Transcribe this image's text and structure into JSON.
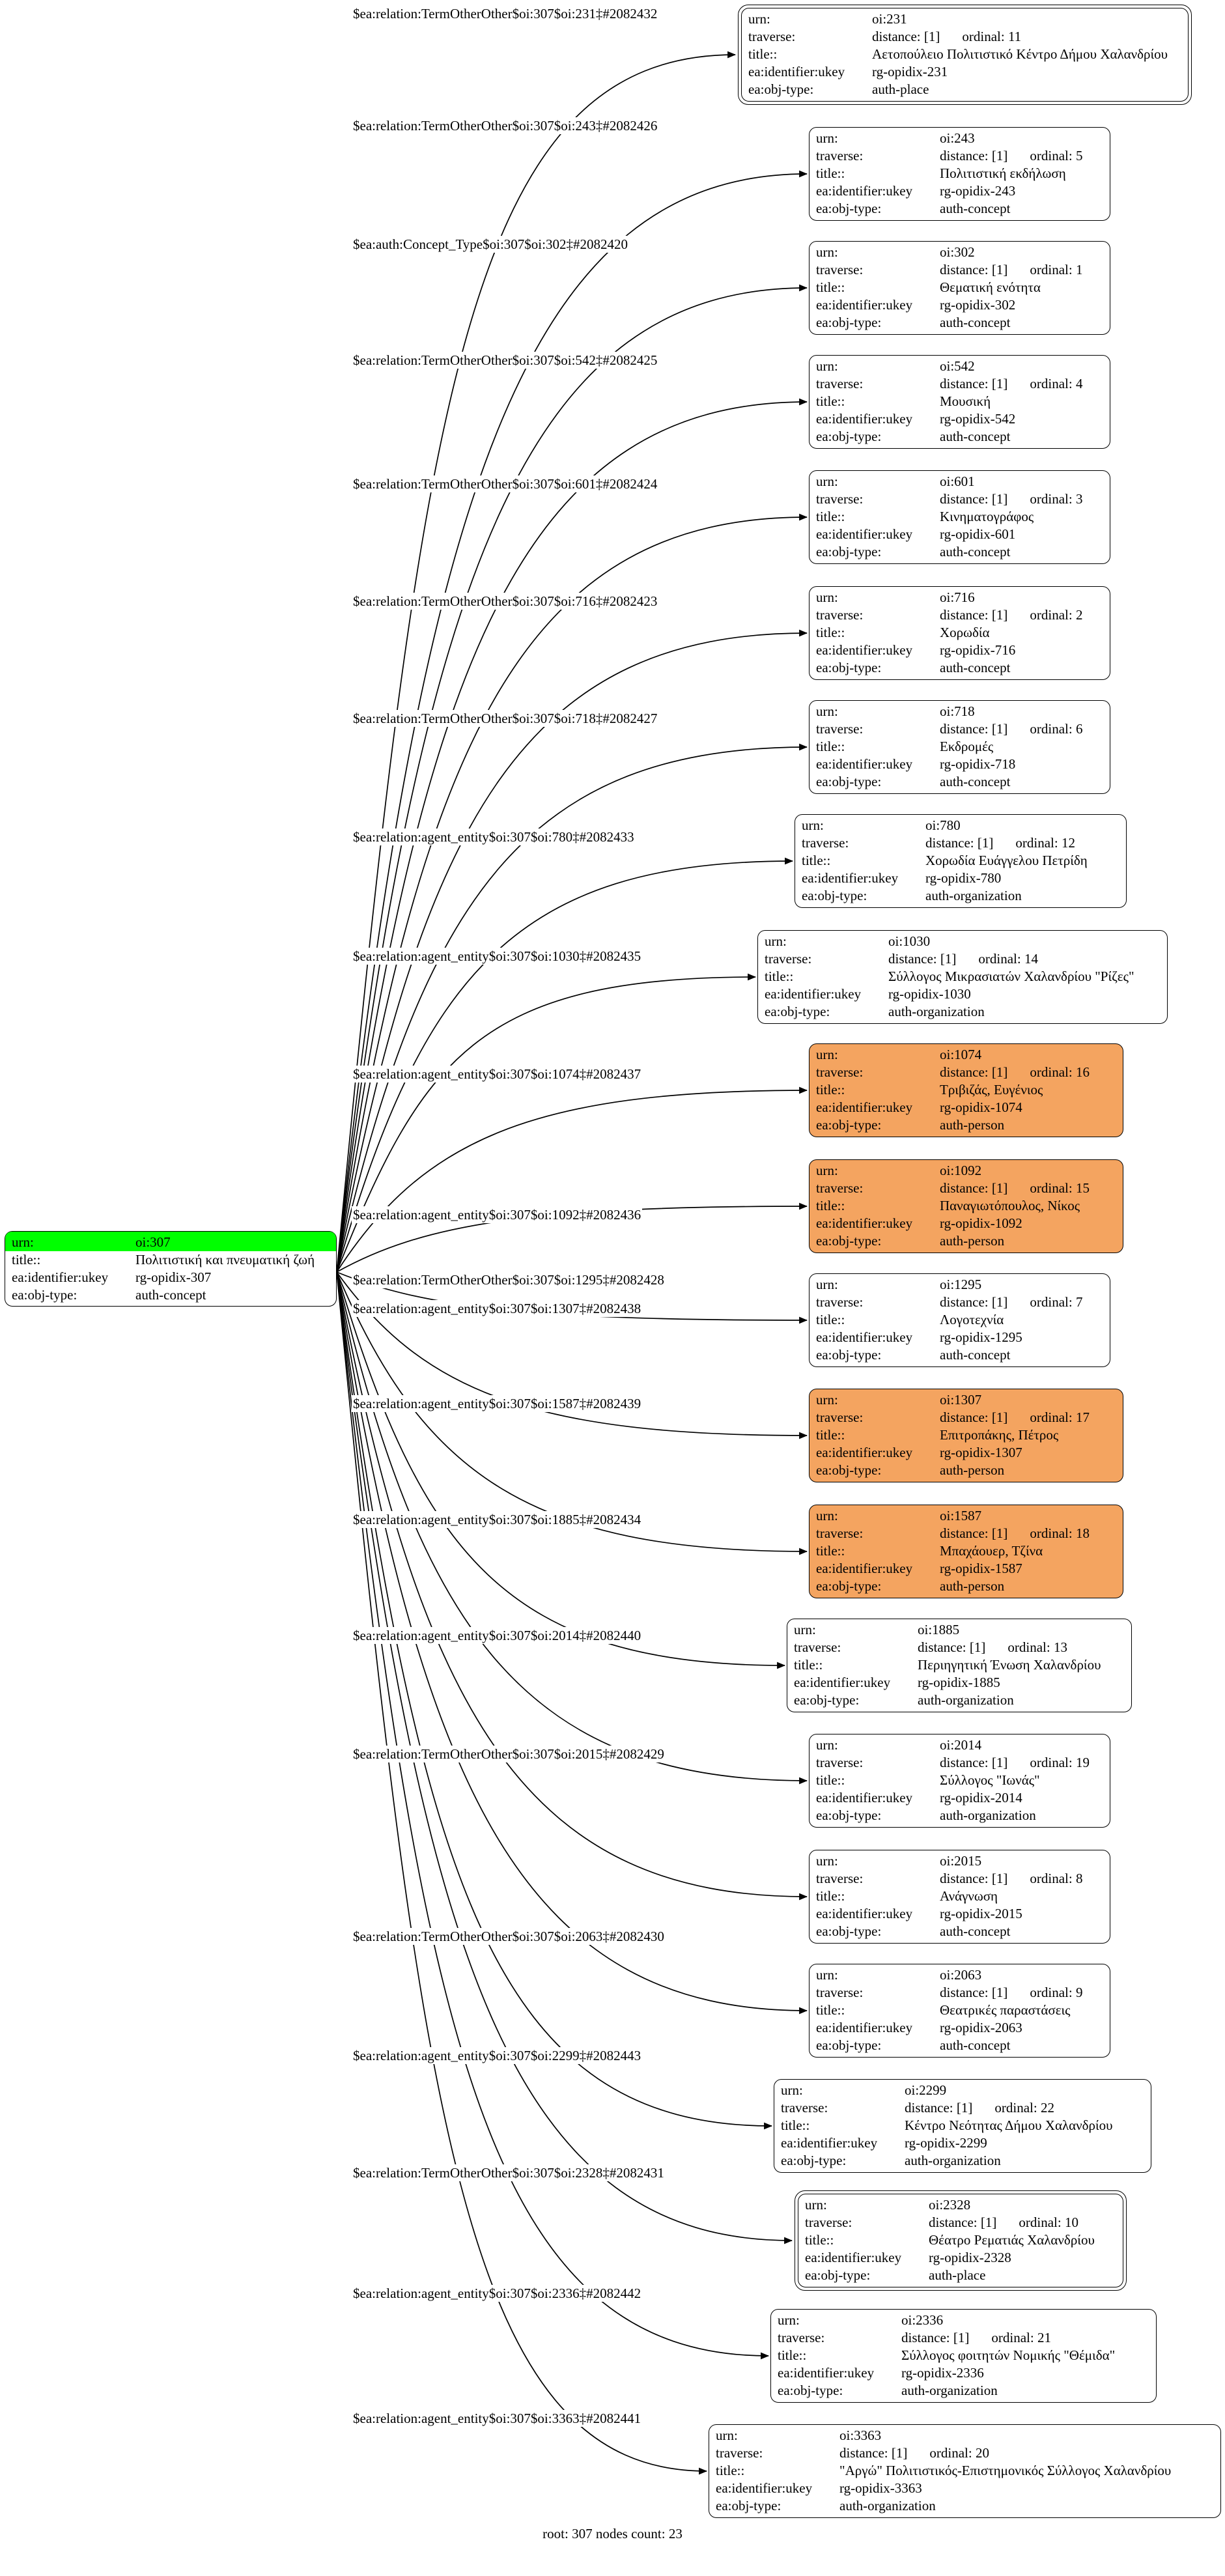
{
  "colors": {
    "root_highlight": "#00ff00",
    "person_fill": "#f4a460",
    "node_fill": "#ffffff",
    "border": "#000000",
    "edge": "#000000"
  },
  "field_labels": {
    "urn": "urn:",
    "traverse": "traverse:",
    "title": "title::",
    "identifier": "ea:identifier:ukey",
    "obj_type": "ea:obj-type:"
  },
  "root": {
    "urn": "oi:307",
    "title": "Πολιτιστική και πνευματική ζωή",
    "identifier": "rg-opidix-307",
    "obj_type": "auth-concept"
  },
  "footer": {
    "text": "root: 307 nodes count: 23"
  },
  "nodes": [
    {
      "key": "231",
      "urn": "oi:231",
      "edge_label": "$ea:relation:TermOtherOther$oi:307$oi:231‡#2082432",
      "distance": "distance: [1]",
      "ordinal": "ordinal: 11",
      "title": "Αετοπούλειο Πολιτιστικό Κέντρο Δήμου Χαλανδρίου",
      "identifier": "rg-opidix-231",
      "obj_type": "auth-place"
    },
    {
      "key": "243",
      "urn": "oi:243",
      "edge_label": "$ea:relation:TermOtherOther$oi:307$oi:243‡#2082426",
      "distance": "distance: [1]",
      "ordinal": "ordinal: 5",
      "title": "Πολιτιστική εκδήλωση",
      "identifier": "rg-opidix-243",
      "obj_type": "auth-concept"
    },
    {
      "key": "302",
      "urn": "oi:302",
      "edge_label": "$ea:auth:Concept_Type$oi:307$oi:302‡#2082420",
      "distance": "distance: [1]",
      "ordinal": "ordinal: 1",
      "title": "Θεματική ενότητα",
      "identifier": "rg-opidix-302",
      "obj_type": "auth-concept"
    },
    {
      "key": "542",
      "urn": "oi:542",
      "edge_label": "$ea:relation:TermOtherOther$oi:307$oi:542‡#2082425",
      "distance": "distance: [1]",
      "ordinal": "ordinal: 4",
      "title": "Μουσική",
      "identifier": "rg-opidix-542",
      "obj_type": "auth-concept"
    },
    {
      "key": "601",
      "urn": "oi:601",
      "edge_label": "$ea:relation:TermOtherOther$oi:307$oi:601‡#2082424",
      "distance": "distance: [1]",
      "ordinal": "ordinal: 3",
      "title": "Κινηματογράφος",
      "identifier": "rg-opidix-601",
      "obj_type": "auth-concept"
    },
    {
      "key": "716",
      "urn": "oi:716",
      "edge_label": "$ea:relation:TermOtherOther$oi:307$oi:716‡#2082423",
      "distance": "distance: [1]",
      "ordinal": "ordinal: 2",
      "title": "Χορωδία",
      "identifier": "rg-opidix-716",
      "obj_type": "auth-concept"
    },
    {
      "key": "718",
      "urn": "oi:718",
      "edge_label": "$ea:relation:TermOtherOther$oi:307$oi:718‡#2082427",
      "distance": "distance: [1]",
      "ordinal": "ordinal: 6",
      "title": "Εκδρομές",
      "identifier": "rg-opidix-718",
      "obj_type": "auth-concept"
    },
    {
      "key": "780",
      "urn": "oi:780",
      "edge_label": "$ea:relation:agent_entity$oi:307$oi:780‡#2082433",
      "distance": "distance: [1]",
      "ordinal": "ordinal: 12",
      "title": "Χορωδία Ευάγγελου Πετρίδη",
      "identifier": "rg-opidix-780",
      "obj_type": "auth-organization"
    },
    {
      "key": "1030",
      "urn": "oi:1030",
      "edge_label": "$ea:relation:agent_entity$oi:307$oi:1030‡#2082435",
      "distance": "distance: [1]",
      "ordinal": "ordinal: 14",
      "title": "Σύλλογος Μικρασιατών Χαλανδρίου \"Ρίζες\"",
      "identifier": "rg-opidix-1030",
      "obj_type": "auth-organization"
    },
    {
      "key": "1074",
      "urn": "oi:1074",
      "edge_label": "$ea:relation:agent_entity$oi:307$oi:1074‡#2082437",
      "distance": "distance: [1]",
      "ordinal": "ordinal: 16",
      "title": "Τριβιζάς, Ευγένιος",
      "identifier": "rg-opidix-1074",
      "obj_type": "auth-person"
    },
    {
      "key": "1092",
      "urn": "oi:1092",
      "edge_label": "$ea:relation:agent_entity$oi:307$oi:1092‡#2082436",
      "distance": "distance: [1]",
      "ordinal": "ordinal: 15",
      "title": "Παναγιωτόπουλος, Νίκος",
      "identifier": "rg-opidix-1092",
      "obj_type": "auth-person"
    },
    {
      "key": "1295",
      "urn": "oi:1295",
      "edge_label": "$ea:relation:TermOtherOther$oi:307$oi:1295‡#2082428",
      "distance": "distance: [1]",
      "ordinal": "ordinal: 7",
      "title": "Λογοτεχνία",
      "identifier": "rg-opidix-1295",
      "obj_type": "auth-concept"
    },
    {
      "key": "1307",
      "urn": "oi:1307",
      "edge_label": "$ea:relation:agent_entity$oi:307$oi:1307‡#2082438",
      "distance": "distance: [1]",
      "ordinal": "ordinal: 17",
      "title": "Επιτροπάκης, Πέτρος",
      "identifier": "rg-opidix-1307",
      "obj_type": "auth-person"
    },
    {
      "key": "1587",
      "urn": "oi:1587",
      "edge_label": "$ea:relation:agent_entity$oi:307$oi:1587‡#2082439",
      "distance": "distance: [1]",
      "ordinal": "ordinal: 18",
      "title": "Μπαχάουερ, Τζίνα",
      "identifier": "rg-opidix-1587",
      "obj_type": "auth-person"
    },
    {
      "key": "1885",
      "urn": "oi:1885",
      "edge_label": "$ea:relation:agent_entity$oi:307$oi:1885‡#2082434",
      "distance": "distance: [1]",
      "ordinal": "ordinal: 13",
      "title": "Περιηγητική Ένωση Χαλανδρίου",
      "identifier": "rg-opidix-1885",
      "obj_type": "auth-organization"
    },
    {
      "key": "2014",
      "urn": "oi:2014",
      "edge_label": "$ea:relation:agent_entity$oi:307$oi:2014‡#2082440",
      "distance": "distance: [1]",
      "ordinal": "ordinal: 19",
      "title": "Σύλλογος \"Ιωνάς\"",
      "identifier": "rg-opidix-2014",
      "obj_type": "auth-organization"
    },
    {
      "key": "2015",
      "urn": "oi:2015",
      "edge_label": "$ea:relation:TermOtherOther$oi:307$oi:2015‡#2082429",
      "distance": "distance: [1]",
      "ordinal": "ordinal: 8",
      "title": "Ανάγνωση",
      "identifier": "rg-opidix-2015",
      "obj_type": "auth-concept"
    },
    {
      "key": "2063",
      "urn": "oi:2063",
      "edge_label": "$ea:relation:TermOtherOther$oi:307$oi:2063‡#2082430",
      "distance": "distance: [1]",
      "ordinal": "ordinal: 9",
      "title": "Θεατρικές παραστάσεις",
      "identifier": "rg-opidix-2063",
      "obj_type": "auth-concept"
    },
    {
      "key": "2299",
      "urn": "oi:2299",
      "edge_label": "$ea:relation:agent_entity$oi:307$oi:2299‡#2082443",
      "distance": "distance: [1]",
      "ordinal": "ordinal: 22",
      "title": "Κέντρο Νεότητας Δήμου Χαλανδρίου",
      "identifier": "rg-opidix-2299",
      "obj_type": "auth-organization"
    },
    {
      "key": "2328",
      "urn": "oi:2328",
      "edge_label": "$ea:relation:TermOtherOther$oi:307$oi:2328‡#2082431",
      "distance": "distance: [1]",
      "ordinal": "ordinal: 10",
      "title": "Θέατρο Ρεματιάς Χαλανδρίου",
      "identifier": "rg-opidix-2328",
      "obj_type": "auth-place"
    },
    {
      "key": "2336",
      "urn": "oi:2336",
      "edge_label": "$ea:relation:agent_entity$oi:307$oi:2336‡#2082442",
      "distance": "distance: [1]",
      "ordinal": "ordinal: 21",
      "title": "Σύλλογος φοιτητών Νομικής \"Θέμιδα\"",
      "identifier": "rg-opidix-2336",
      "obj_type": "auth-organization"
    },
    {
      "key": "3363",
      "urn": "oi:3363",
      "edge_label": "$ea:relation:agent_entity$oi:307$oi:3363‡#2082441",
      "distance": "distance: [1]",
      "ordinal": "ordinal: 20",
      "title": "\"Αργώ\" Πολιτιστικός-Επιστημονικός Σύλλογος Χαλανδρίου",
      "identifier": "rg-opidix-3363",
      "obj_type": "auth-organization"
    }
  ]
}
